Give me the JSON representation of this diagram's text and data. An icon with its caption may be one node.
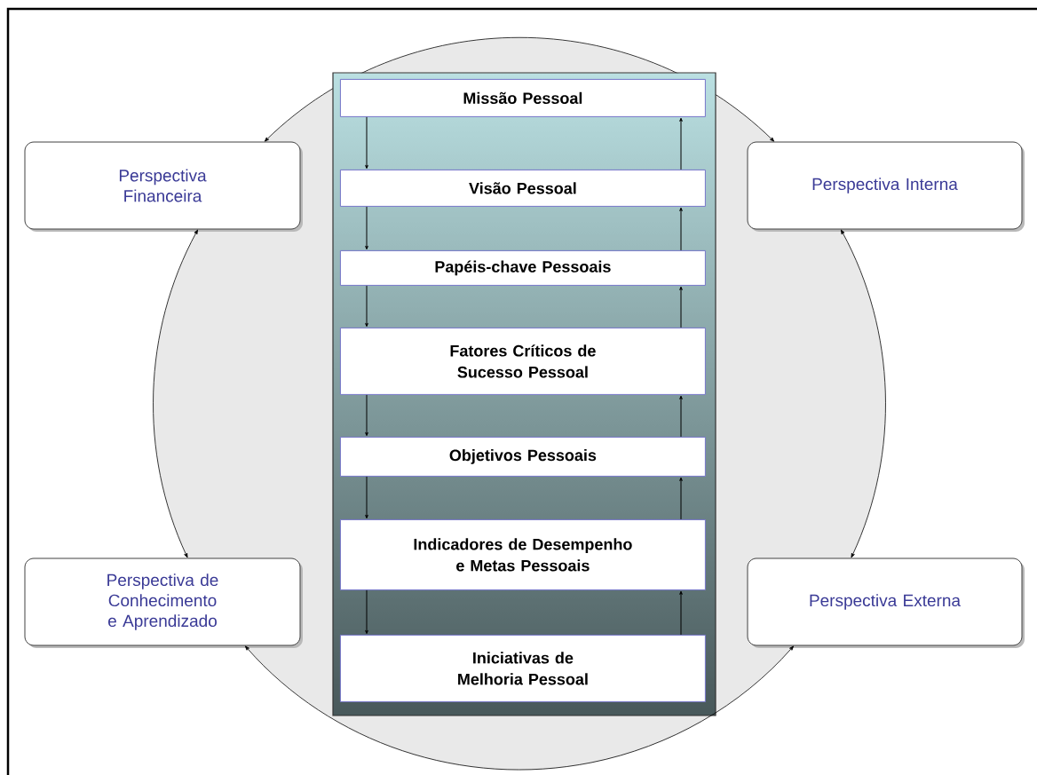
{
  "diagram": {
    "nodes": [
      {
        "text": [
          "Perspectiva Financeira"
        ]
      },
      {
        "text": [],
        "shape": "box"
      },
      {
        "text": [
          "Missão Pessoal"
        ],
        "in": 1
      },
      {
        "text": [
          "Visão Pessoal"
        ],
        "in": 1
      },
      {
        "text": [
          "Papéis-chave Pessoais"
        ],
        "in": 1
      },
      {
        "text": [
          "Fatores Críticos de Sucesso Pessoal"
        ],
        "in": 1
      },
      {
        "text": [
          "Objetivos Pessoais"
        ],
        "in": 1
      },
      {
        "text": [
          "Indicadores de Desempenho e Metas Pessoais"
        ],
        "in": 1
      },
      {
        "text": [
          "Iniciativas de Melhoria Pessoal"
        ],
        "in": 1
      },
      {
        "text": [
          "Perspectiva Interna"
        ]
      },
      {
        "text": [
          "Perspectiva de Conhecimento e Aprendizado"
        ]
      },
      {
        "text": [
          "Perspectiva Externa"
        ]
      }
    ],
    "edges": [
      {
        "from": 0,
        "to": 9,
        "arrow": "both"
      },
      {
        "from": 0,
        "to": 10,
        "arrow": "both"
      },
      {
        "from": 10,
        "to": 11,
        "arrow": "both"
      },
      {
        "from": 11,
        "to": 9,
        "arrow": "both"
      },
      {
        "from": 2,
        "to": 3,
        "arrow": "to"
      },
      {
        "from": 3,
        "to": 4,
        "arrow": "to"
      },
      {
        "from": 4,
        "to": 5,
        "arrow": "to"
      },
      {
        "from": 5,
        "to": 6,
        "arrow": "to"
      },
      {
        "from": 6,
        "to": 7,
        "arrow": "to"
      },
      {
        "from": 7,
        "to": 8,
        "arrow": "to"
      },
      {
        "from": 3,
        "to": 2,
        "arrow": "to"
      },
      {
        "from": 4,
        "to": 3,
        "arrow": "to"
      },
      {
        "from": 5,
        "to": 4,
        "arrow": "to"
      },
      {
        "from": 6,
        "to": 5,
        "arrow": "to"
      },
      {
        "from": 7,
        "to": 6,
        "arrow": "to"
      },
      {
        "from": 8,
        "to": 7,
        "arrow": "to"
      }
    ]
  }
}
